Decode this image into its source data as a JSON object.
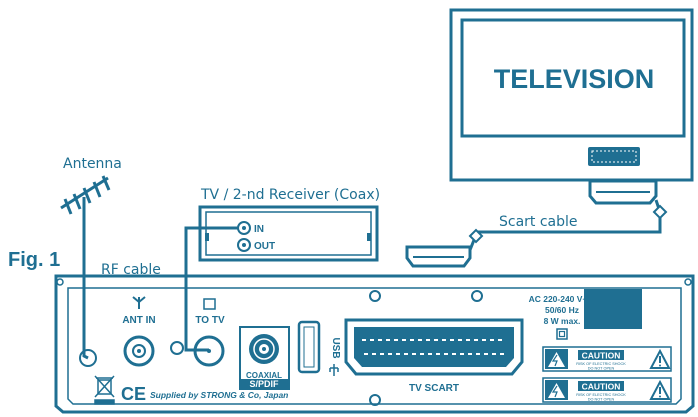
{
  "figure": {
    "label": "Fig. 1"
  },
  "labels": {
    "antenna": "Antenna",
    "rf_cable": "RF cable",
    "coax_receiver": "TV / 2-nd Receiver (Coax)",
    "scart_cable": "Scart cable",
    "in": "IN",
    "out": "OUT"
  },
  "television": {
    "text": "TELEVISION"
  },
  "receiver": {
    "ant_in": "ANT IN",
    "to_tv": "TO TV",
    "coaxial": "COAXIAL",
    "spdif": "S/PDIF",
    "usb": "USB",
    "tv_scart": "TV SCART",
    "power_line1": "AC 220-240 V~",
    "power_line2": "50/60 Hz",
    "power_line3": "8 W max.",
    "caution": "CAUTION",
    "caution_note1": "RISK OF ELECTRIC SHOCK",
    "caution_note2": "DO NOT OPEN",
    "supplied_by": "Supplied by STRONG & Co, Japan",
    "ce_mark": "CE"
  },
  "colors": {
    "primary": "#1f6f92",
    "background": "#ffffff"
  }
}
